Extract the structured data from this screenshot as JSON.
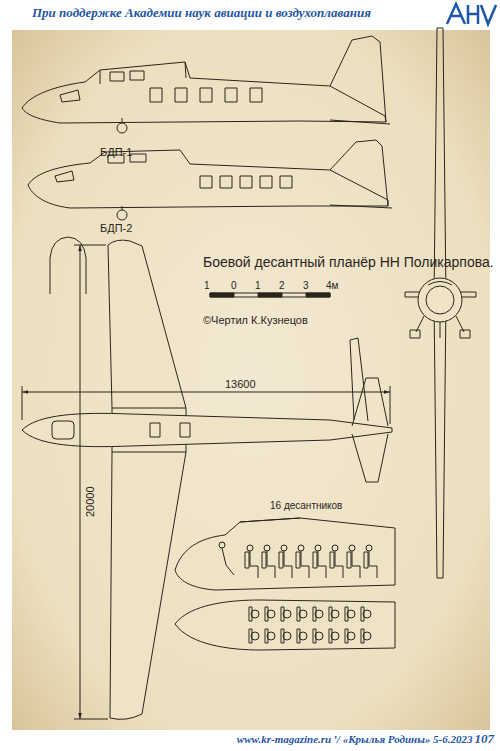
{
  "diagram": {
    "title": "Боевой десантный планёр НН Поликарпова.",
    "labels": [
      "При поддержке Академии наук авиации и воздухоплавания",
      "БДП-1",
      "БДП-2",
      "1",
      "0",
      "1",
      "2",
      "3",
      "4м",
      "©Чертил К.Кузнецов",
      "13600",
      "20000",
      "16 десантников",
      "www.kr-magazine.ru",
      "’/ «Крылья Родины» 5-6.2023",
      "107"
    ]
  }
}
